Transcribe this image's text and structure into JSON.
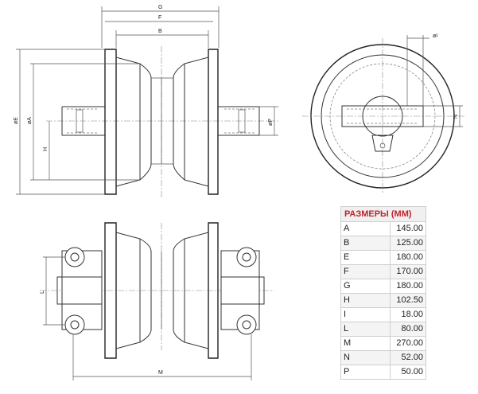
{
  "table": {
    "title": "РАЗМЕРЫ (ММ)",
    "rows": [
      {
        "key": "A",
        "value": "145.00"
      },
      {
        "key": "B",
        "value": "125.00"
      },
      {
        "key": "E",
        "value": "180.00"
      },
      {
        "key": "F",
        "value": "170.00"
      },
      {
        "key": "G",
        "value": "180.00"
      },
      {
        "key": "H",
        "value": "102.50"
      },
      {
        "key": "I",
        "value": "18.00"
      },
      {
        "key": "L",
        "value": "80.00"
      },
      {
        "key": "M",
        "value": "270.00"
      },
      {
        "key": "N",
        "value": "52.00"
      },
      {
        "key": "P",
        "value": "50.00"
      }
    ]
  },
  "labels": {
    "G": "G",
    "F": "F",
    "B": "B",
    "E": "øE",
    "A": "øA",
    "H": "H",
    "P": "øP",
    "I": "øI",
    "N": "N",
    "L": "L",
    "M": "M"
  }
}
